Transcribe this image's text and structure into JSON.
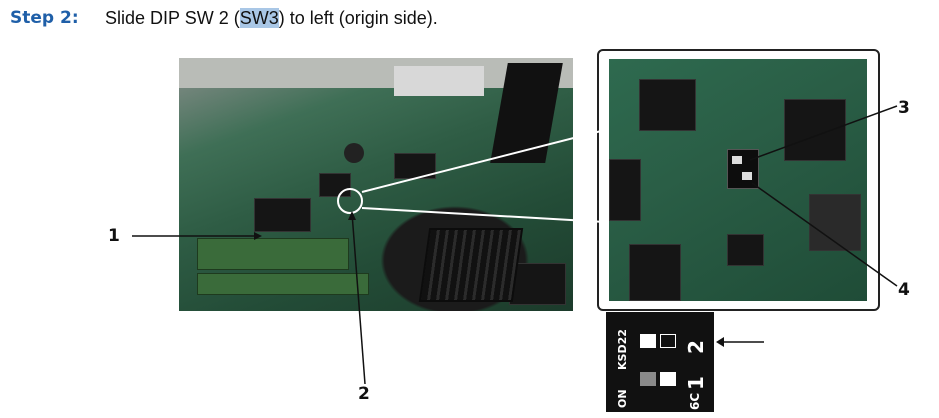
{
  "step": {
    "label": "Step 2:",
    "text_before": "Slide DIP SW 2 (",
    "highlight": "SW3",
    "text_after": ") to left (origin side)."
  },
  "callouts": [
    "1",
    "2",
    "3",
    "4"
  ],
  "switch_label": {
    "top": "KSD22",
    "bottom": "ON",
    "num_2": "2",
    "num_1": "1",
    "code": "6C"
  },
  "colors": {
    "step_label": "#1f5fa8",
    "highlight": "#a9c7e6",
    "board_green": "#2f5d45"
  }
}
